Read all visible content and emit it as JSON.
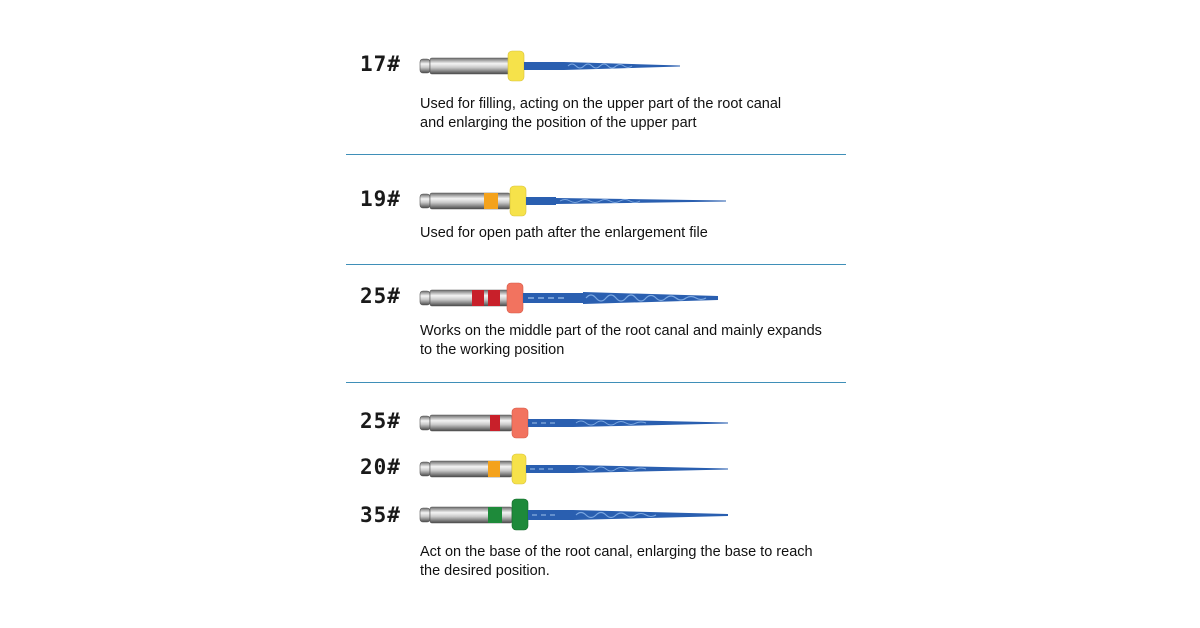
{
  "sections": [
    {
      "size": "17#",
      "description_lines": [
        "Used for filling, acting on the upper part of the root canal",
        "and enlarging the position of the upper part"
      ]
    },
    {
      "size": "19#",
      "description_lines": [
        "Used for open path after the enlargement file"
      ]
    },
    {
      "size": "25#",
      "description_lines": [
        "Works on the middle part of the root canal and mainly expands",
        "to the working position"
      ]
    },
    {
      "sizes": [
        "25#",
        "20#",
        "35#"
      ],
      "description_lines": [
        "Act on the base of the root canal, enlarging the base to reach",
        "the desired position."
      ]
    }
  ],
  "colors": {
    "divider": "#3f8fb8",
    "file_blue": "#2a5fb0",
    "ring_yellow": "#f6e24a",
    "band_orange": "#f4a21c",
    "band_red": "#c8202a",
    "ring_salmon": "#f2735f",
    "ring_green": "#1e8a3a"
  }
}
